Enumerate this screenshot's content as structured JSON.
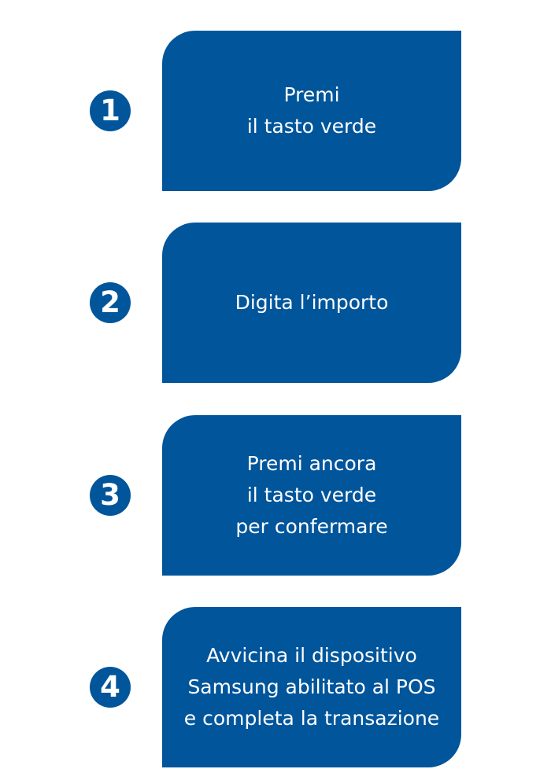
{
  "colors": {
    "accent": "#00559b",
    "text_on_accent": "#ffffff",
    "background": "#ffffff"
  },
  "steps": [
    {
      "number": "1",
      "text": "Premi\nil tasto verde"
    },
    {
      "number": "2",
      "text": "Digita l’importo"
    },
    {
      "number": "3",
      "text": "Premi ancora\nil tasto verde\nper confermare"
    },
    {
      "number": "4",
      "text": "Avvicina il dispositivo\nSamsung abilitato al POS\ne completa la transazione"
    }
  ]
}
